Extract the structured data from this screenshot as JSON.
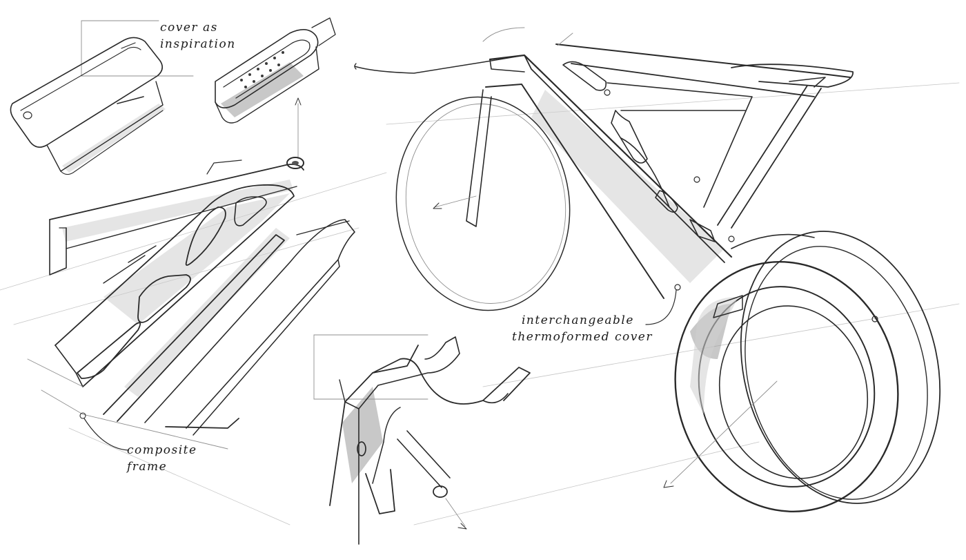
{
  "annotations": {
    "cover_inspiration": [
      "cover as",
      "inspiration"
    ],
    "composite_frame": [
      "composite",
      "frame"
    ],
    "thermoformed_cover": [
      "interchangeable",
      "thermoformed cover"
    ]
  },
  "colors": {
    "ink": "#2a2a2a",
    "paper": "#ffffff",
    "pencil_light": "#8e8e8e"
  }
}
